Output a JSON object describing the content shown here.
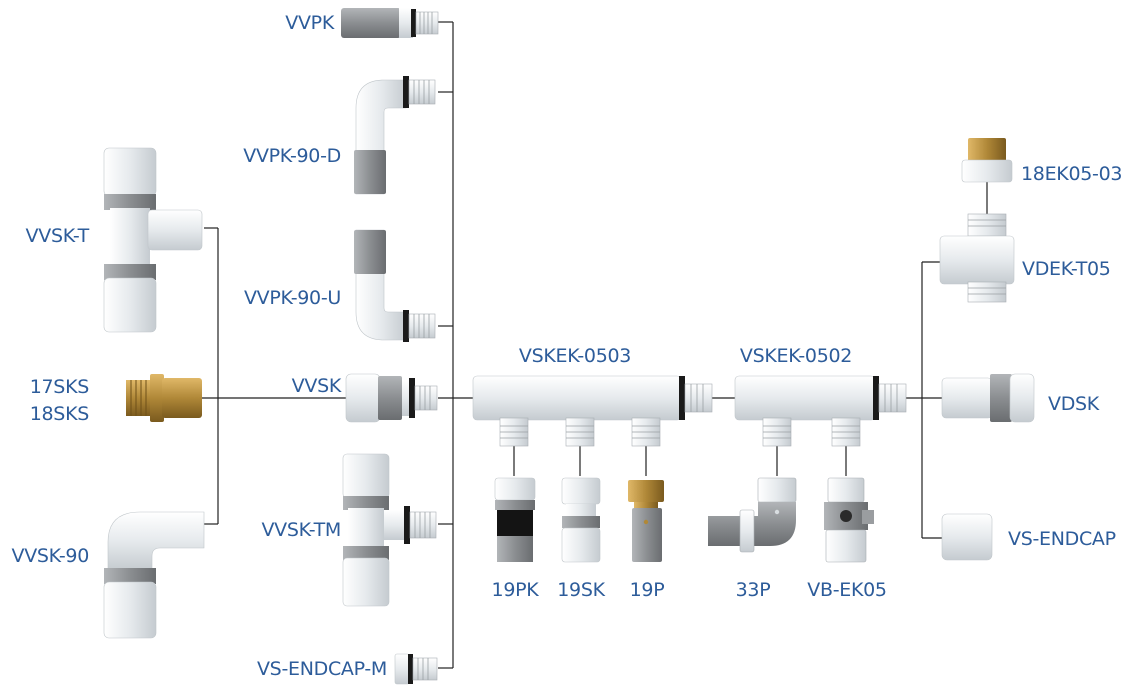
{
  "labels": {
    "vvpk": "VVPK",
    "vvpk_90_d": "VVPK-90-D",
    "vvpk_90_u": "VVPK-90-U",
    "vvsk": "VVSK",
    "vvsk_tm": "VVSK-TM",
    "vs_endcap_m": "VS-ENDCAP-M",
    "vvsk_t": "VVSK-T",
    "sks17": "17SKS",
    "sks18": "18SKS",
    "vvsk_90": "VVSK-90",
    "vskek_0503": "VSKEK-0503",
    "vskek_0502": "VSKEK-0502",
    "pk19": "19PK",
    "sk19": "19SK",
    "p19": "19P",
    "p33": "33P",
    "vb_ek05": "VB-EK05",
    "ek18": "18EK05-03",
    "vdek_t05": "VDEK-T05",
    "vdsk": "VDSK",
    "vs_endcap": "VS-ENDCAP"
  },
  "colors": {
    "label": "#2d5c9a",
    "plastic": "#e8ecef",
    "gray_band": "#8a8d90",
    "brass": "#b08838",
    "seal": "#1a1a1a"
  }
}
